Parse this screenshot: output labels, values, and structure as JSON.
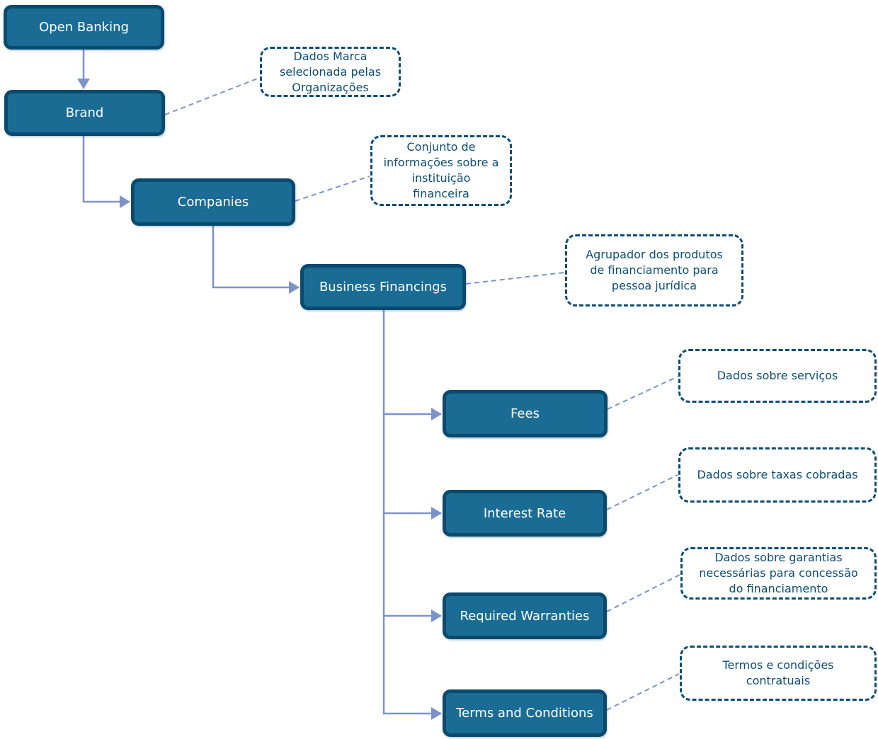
{
  "diagram_type": "flowchart",
  "colors": {
    "node_fill": "#1A6C95",
    "node_border": "#0B4A6F",
    "node_text": "#FFFFFF",
    "note_border": "#0D4D73",
    "note_text": "#0D4D73",
    "connector": "#7D93C8",
    "background": "#FFFFFF"
  },
  "nodes": {
    "open_banking": {
      "label": "Open Banking"
    },
    "brand": {
      "label": "Brand"
    },
    "companies": {
      "label": "Companies"
    },
    "business_financings": {
      "label": "Business Financings"
    },
    "fees": {
      "label": "Fees"
    },
    "interest_rate": {
      "label": "Interest Rate"
    },
    "required_warranties": {
      "label": "Required Warranties"
    },
    "terms_and_conditions": {
      "label": "Terms and Conditions"
    }
  },
  "notes": {
    "brand": {
      "annotates": "Brand",
      "text": "Dados Marca\nselecionada pelas\nOrganizações"
    },
    "companies": {
      "annotates": "Companies",
      "text": "Conjunto de\ninformações sobre a\ninstituição\nfinanceira"
    },
    "business_financings": {
      "annotates": "Business Financings",
      "text": "Agrupador dos produtos\nde financiamento para\npessoa jurídica"
    },
    "fees": {
      "annotates": "Fees",
      "text": "Dados sobre serviços"
    },
    "interest_rate": {
      "annotates": "Interest Rate",
      "text": "Dados sobre taxas cobradas"
    },
    "required_warranties": {
      "annotates": "Required Warranties",
      "text": "Dados sobre garantias\nnecessárias para concessão\ndo financiamento"
    },
    "terms_and_conditions": {
      "annotates": "Terms and Conditions",
      "text": "Termos e condições\ncontratuais"
    }
  },
  "edges": [
    {
      "from": "Open Banking",
      "to": "Brand"
    },
    {
      "from": "Brand",
      "to": "Companies"
    },
    {
      "from": "Companies",
      "to": "Business Financings"
    },
    {
      "from": "Business Financings",
      "to": "Fees"
    },
    {
      "from": "Business Financings",
      "to": "Interest Rate"
    },
    {
      "from": "Business Financings",
      "to": "Required Warranties"
    },
    {
      "from": "Business Financings",
      "to": "Terms and Conditions"
    }
  ]
}
